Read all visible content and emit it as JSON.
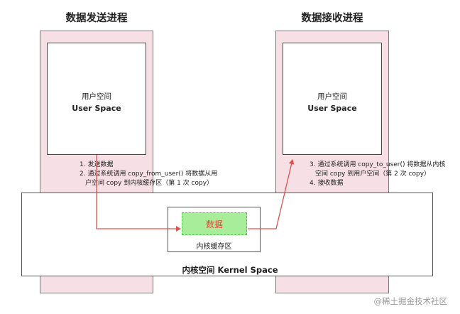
{
  "sender": {
    "title": "数据发送进程",
    "user_space_cn": "用户空间",
    "user_space_en": "User Space",
    "steps": [
      "1. 发送数据",
      "2. 通过系统调用 copy_from_user() 将数据从用",
      "户空间 copy 到内核缓存区（第 1 次 copy）"
    ]
  },
  "receiver": {
    "title": "数据接收进程",
    "user_space_cn": "用户空间",
    "user_space_en": "User Space",
    "steps": [
      "3. 通过系统调用 copy_to_user() 将数据从内核",
      "空间 copy 到用户空间（第 2 次 copy）",
      "4. 接收数据"
    ]
  },
  "kernel": {
    "label": "内核空间 Kernel Space",
    "buffer_label": "内核缓存区",
    "data_label": "数据"
  },
  "watermark": "@稀土掘金技术社区",
  "colors": {
    "process_fill": "#f7dfe6",
    "arrow": "#d9534f",
    "data_fill": "#a8ee9a",
    "data_text": "#e0453b"
  }
}
